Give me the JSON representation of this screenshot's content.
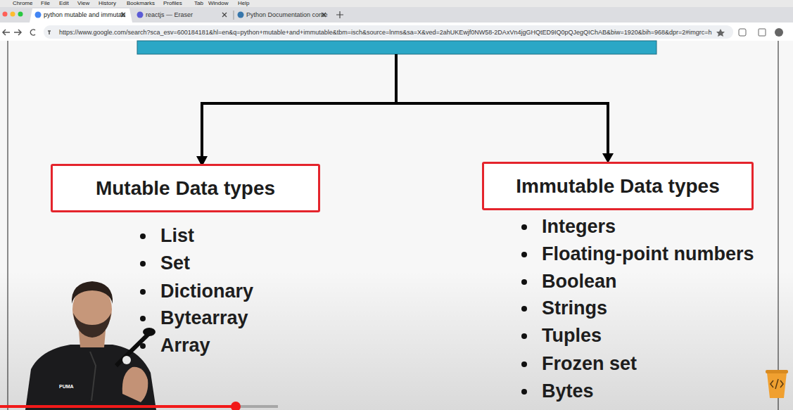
{
  "diagram": {
    "nodes": [
      {
        "text": [
          "Mutable Data types"
        ]
      },
      {
        "text": [
          "Immutable Data types"
        ]
      }
    ],
    "labels": [
      "Chrome",
      "File",
      "Edit",
      "View",
      "History",
      "Bookmarks",
      "Profiles",
      "Tab",
      "Window",
      "Help",
      "python mutable and immutab",
      "reactjs — Eraser",
      "Python Documentation conte",
      "https://www.google.com/search?sca_esv=600184181&hl=en&q=python+mutable+and+immutable&tbm=isch&source=lnms&sa=X&ved=2ahUKEwjf0NW58-2DAxVn4jgGHQtED9IQ0pQJegQIChAB&biw=1920&bih=968&dpr=2#imgrc=h",
      "List",
      "Set",
      "Dictionary",
      "Bytearray",
      "Array",
      "Integers",
      "Floating-point numbers",
      "Boolean",
      "Strings",
      "Tuples",
      "Frozen set",
      "Bytes",
      "PUMA"
    ]
  }
}
